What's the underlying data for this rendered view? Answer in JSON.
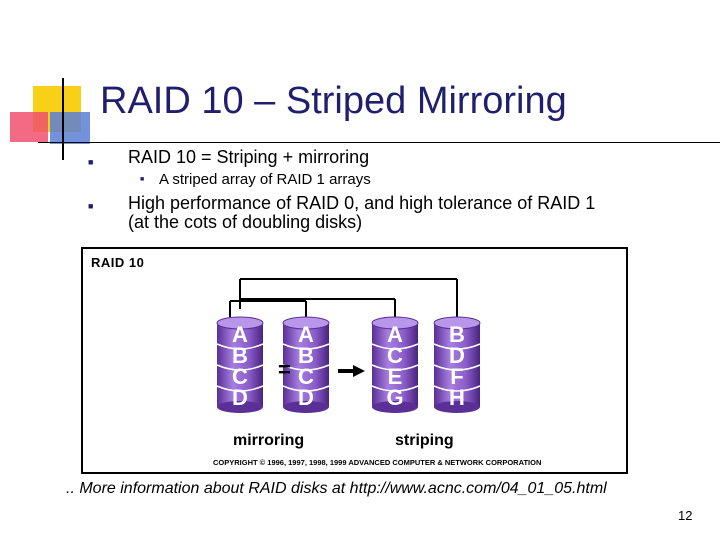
{
  "slide": {
    "title": "RAID 10 – Striped Mirroring",
    "bullets": [
      {
        "text": "RAID 10 = Striping + mirroring",
        "sub": [
          "A striped array of RAID 1 arrays"
        ]
      },
      {
        "text_line1": "High performance of RAID 0, and high tolerance of RAID 1",
        "text_line2": "(at the cots of doubling disks)"
      }
    ],
    "bullet_glyph": "■",
    "more_info": ".. More information about RAID disks at http://www.acnc.com/04_01_05.html",
    "page_number": "12"
  },
  "figure": {
    "title": "RAID 10",
    "disks": [
      {
        "labels": [
          "A",
          "B",
          "C",
          "D"
        ]
      },
      {
        "labels": [
          "A",
          "B",
          "C",
          "D"
        ]
      },
      {
        "labels": [
          "A",
          "C",
          "E",
          "G"
        ]
      },
      {
        "labels": [
          "B",
          "D",
          "F",
          "H"
        ]
      }
    ],
    "equals_sign": "=",
    "caption_left": "mirroring",
    "caption_right": "striping",
    "copyright": "COPYRIGHT © 1996, 1997, 1998, 1999 ADVANCED COMPUTER & NETWORK CORPORATION",
    "colors": {
      "disk": "#8a5cc8",
      "disk_dark": "#5a2f96",
      "accent": "#1f1f6e"
    }
  }
}
